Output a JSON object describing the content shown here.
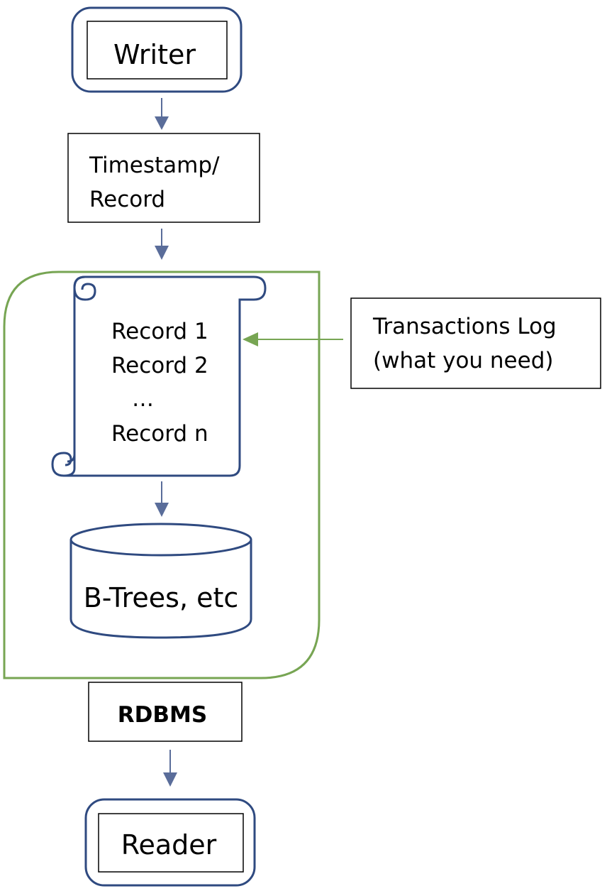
{
  "nodes": {
    "writer": {
      "label": "Writer"
    },
    "timestamp_record": {
      "line1": "Timestamp/",
      "line2": "Record"
    },
    "scroll": {
      "records": [
        "Record 1",
        "Record 2",
        "…",
        "Record n"
      ]
    },
    "storage": {
      "label": "B-Trees, etc"
    },
    "rdbms": {
      "label": "RDBMS"
    },
    "reader": {
      "label": "Reader"
    }
  },
  "callout": {
    "line1": "Transactions Log",
    "line2": "(what you need)"
  },
  "colors": {
    "node_border": "#2f4a80",
    "arrow": "#5a6d9a",
    "group_border": "#77a553",
    "callout_arrow": "#77a553",
    "box_border": "#000000"
  }
}
